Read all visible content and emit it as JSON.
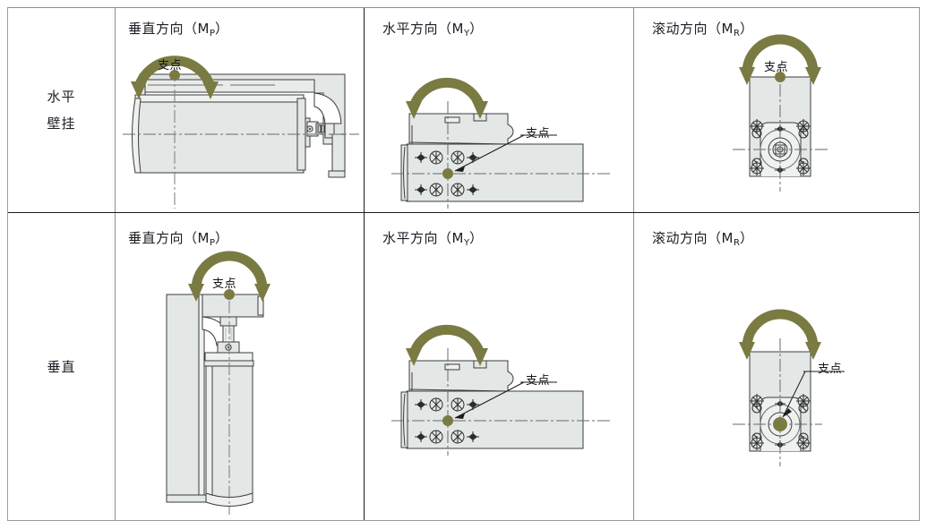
{
  "table": {
    "rows": [
      {
        "id": "horizontal-wall-mount",
        "label_lines": [
          "水平",
          "壁挂"
        ],
        "cells": [
          {
            "id": "pitch",
            "heading": "垂直方向",
            "moment_symbol": "M",
            "moment_subscript": "P",
            "fulcrum_label": "支点"
          },
          {
            "id": "yaw",
            "heading": "水平方向",
            "moment_symbol": "M",
            "moment_subscript": "Y",
            "fulcrum_label": "支点"
          },
          {
            "id": "roll",
            "heading": "滚动方向",
            "moment_symbol": "M",
            "moment_subscript": "R",
            "fulcrum_label": "支点"
          }
        ]
      },
      {
        "id": "vertical",
        "label_lines": [
          "垂直"
        ],
        "cells": [
          {
            "id": "pitch",
            "heading": "垂直方向",
            "moment_symbol": "M",
            "moment_subscript": "P",
            "fulcrum_label": "支点"
          },
          {
            "id": "yaw",
            "heading": "水平方向",
            "moment_symbol": "M",
            "moment_subscript": "Y",
            "fulcrum_label": "支点"
          },
          {
            "id": "roll",
            "heading": "滚动方向",
            "moment_symbol": "M",
            "moment_subscript": "R",
            "fulcrum_label": "支点"
          }
        ]
      }
    ]
  },
  "colors": {
    "arrow": "#7a7b42",
    "fulcrum_dot": "#7a7b42",
    "part_fill": "#e3e7e6",
    "part_fill_light": "#eef1f0",
    "outline": "#3c3c3c",
    "centerline": "#6a6a6a",
    "border_dark": "#1b1b1b",
    "border_gray": "#8e8e8e",
    "text": "#1d1d26"
  }
}
